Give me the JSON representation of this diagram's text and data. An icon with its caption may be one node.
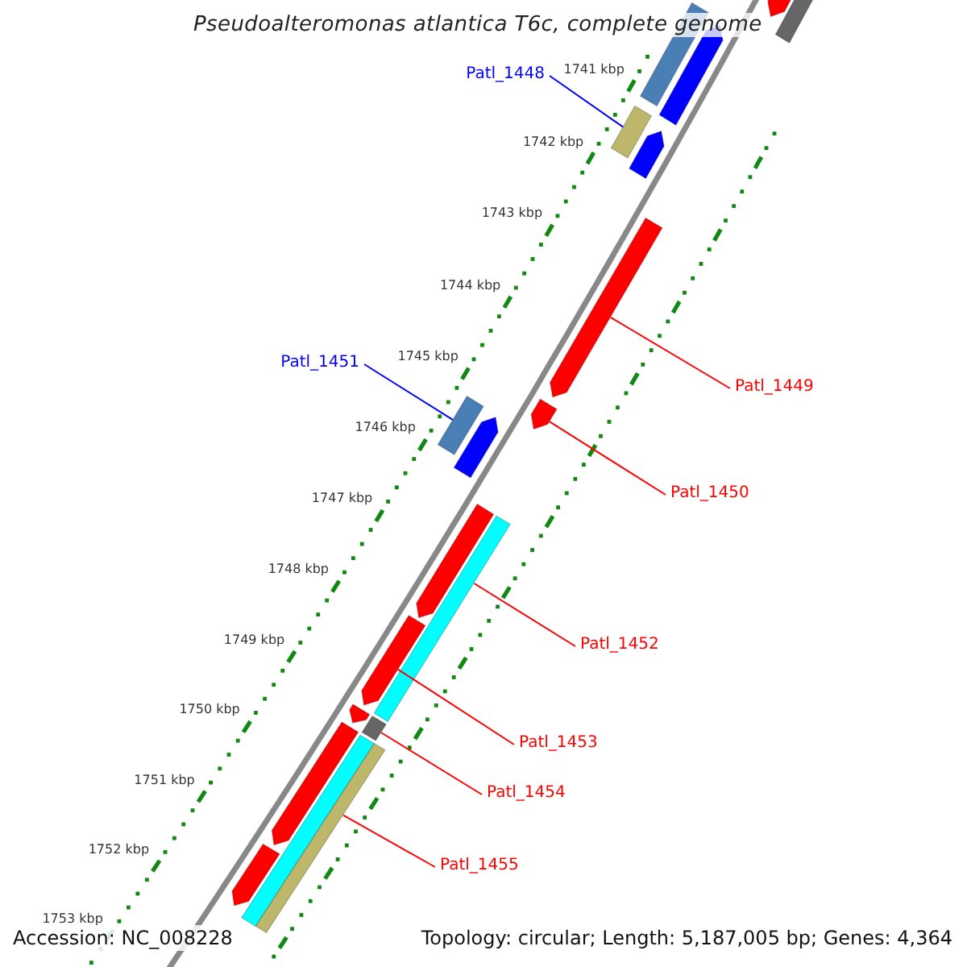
{
  "diagram": {
    "title": "Pseudoalteromonas atlantica T6c, complete genome",
    "nodes": [
      {
        "text": [
          "Patl_1448"
        ]
      },
      {
        "text": [],
        "shape": "arrow"
      },
      {
        "text": [],
        "shape": "bar"
      },
      {
        "text": [],
        "shape": "bar"
      },
      {
        "text": [],
        "shape": "arrow"
      },
      {
        "text": [],
        "shape": "bar"
      },
      {
        "text": [],
        "shape": "arrow"
      },
      {
        "text": [],
        "shape": "arrow"
      },
      {
        "text": [
          "Patl_1449"
        ]
      },
      {
        "text": [
          "Patl_1451"
        ]
      },
      {
        "text": [],
        "shape": "arrow"
      },
      {
        "text": [],
        "shape": "bar"
      },
      {
        "text": [],
        "shape": "arrow"
      },
      {
        "text": [
          "Patl_1450"
        ]
      },
      {
        "text": [],
        "shape": "arrow"
      },
      {
        "text": [],
        "shape": "bar"
      },
      {
        "text": [
          "Patl_1452"
        ]
      },
      {
        "text": [],
        "shape": "arrow"
      },
      {
        "text": [],
        "shape": "arrow"
      },
      {
        "text": [],
        "shape": "bar"
      },
      {
        "text": [
          "Patl_1453"
        ]
      },
      {
        "text": [
          "Patl_1454"
        ]
      },
      {
        "text": [],
        "shape": "arrow"
      },
      {
        "text": [],
        "shape": "bar"
      },
      {
        "text": [],
        "shape": "bar"
      },
      {
        "text": [
          "Patl_1455"
        ]
      },
      {
        "text": [],
        "shape": "arrow"
      }
    ],
    "edges": [
      {
        "from": 0,
        "to": 5,
        "arrow": "none",
        "color": "#0000ff"
      },
      {
        "from": 8,
        "to": 7,
        "arrow": "none"
      },
      {
        "from": 9,
        "to": 11,
        "arrow": "none",
        "color": "#0000ff"
      },
      {
        "from": 13,
        "to": 10,
        "arrow": "none"
      },
      {
        "from": 16,
        "to": 15,
        "arrow": "none"
      },
      {
        "from": 20,
        "to": 17,
        "arrow": "none"
      },
      {
        "from": 21,
        "to": 19,
        "arrow": "none"
      },
      {
        "from": 25,
        "to": 24,
        "arrow": "none"
      }
    ],
    "labels": [
      "1741 kbp",
      "1742 kbp",
      "1743 kbp",
      "1744 kbp",
      "1745 kbp",
      "1746 kbp",
      "1747 kbp",
      "1748 kbp",
      "1749 kbp",
      "1750 kbp",
      "1751 kbp",
      "1752 kbp",
      "1753 kbp",
      "Accession: NC_008228",
      "Topology: circular; Length: 5,187,005 bp; Genes: 4,364"
    ]
  }
}
